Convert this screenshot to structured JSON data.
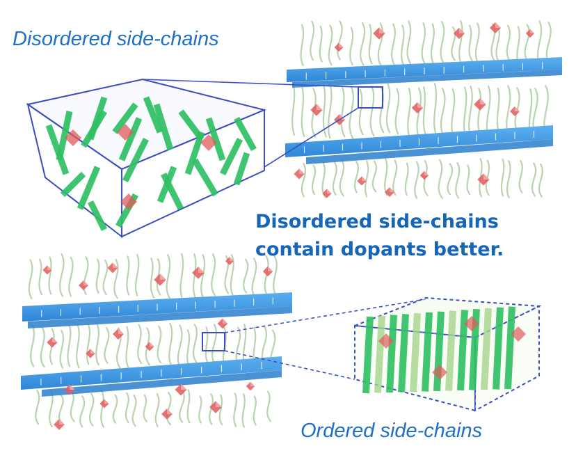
{
  "labels": {
    "top_title": "Disordered side-chains",
    "statement_line1": "Disordered side-chains",
    "statement_line2": "contain dopants better.",
    "bottom_title": "Ordered side-chains"
  },
  "colors": {
    "backbone": "#3f9be6",
    "backbone_dark": "#2a7fcc",
    "sidechain_strand": "#b9d3b0",
    "sidechain_rod": "#2fbf63",
    "sidechain_rod_faded": "#a6d58c",
    "dopant": "#e05a5a",
    "dopant_light": "#f3a9a9",
    "box_outline": "#3a4ec2",
    "text_blue": "#1f6fc4"
  }
}
